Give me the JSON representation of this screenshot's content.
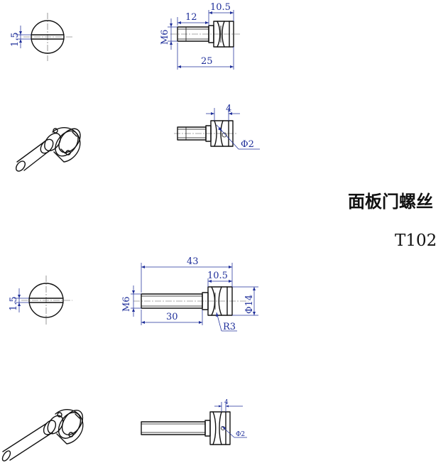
{
  "title": "面板门螺丝",
  "part_code": "T102",
  "views": {
    "upper_end": {
      "slot_dim": "1.5"
    },
    "upper_side": {
      "dim_thread": "M6",
      "dim_shank": "12",
      "dim_head": "10.5",
      "dim_total": "25"
    },
    "upper_detail": {
      "dim_groove": "4",
      "dim_hole": "Φ2"
    },
    "lower_end": {
      "slot_dim": "1.5"
    },
    "lower_side": {
      "dim_total": "43",
      "dim_head": "10.5",
      "dim_thread": "M6",
      "dim_shank": "30",
      "dim_diameter": "Φ14",
      "dim_radius": "R3"
    },
    "lower_detail": {
      "dim_groove": "4",
      "dim_hole": "Φ2"
    }
  }
}
